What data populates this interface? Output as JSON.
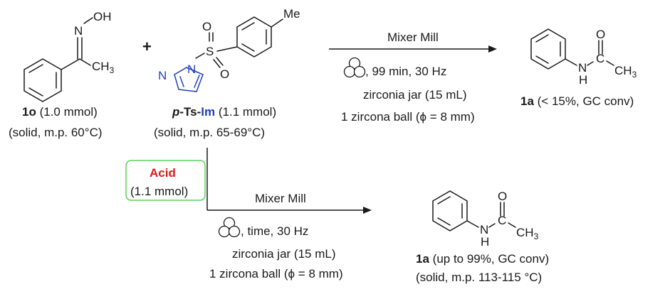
{
  "reactant1": {
    "label": "1o",
    "amount": "(1.0 mmol)",
    "state": "(solid, m.p. 60°C)",
    "atoms": {
      "oh": "OH",
      "n": "N",
      "ch3": "CH",
      "ch3_sub": "3"
    }
  },
  "plus": "+",
  "reagent": {
    "label_prefix": "p",
    "label_mid": "-Ts-",
    "label_im": "Im",
    "amount": "(1.1 mmol)",
    "state": "(solid, m.p. 65-69°C)",
    "atoms": {
      "s": "S",
      "o1": "O",
      "o2": "O",
      "n1": "N",
      "n2": "N",
      "me": "Me"
    }
  },
  "top_arrow": {
    "title": "Mixer Mill",
    "line1": ", 99 min, 30 Hz",
    "line2": "zirconia jar (15 mL)",
    "line3": "1 zircona ball (ϕ = 8 mm)"
  },
  "top_product": {
    "label": "1a",
    "result": "(< 15%, GC conv)",
    "atoms": {
      "o": "O",
      "c": "C",
      "n": "N",
      "h": "H",
      "ch3": "CH",
      "ch3_sub": "3"
    }
  },
  "acid": {
    "label": "Acid",
    "amount": "(1.1 mmol)"
  },
  "bottom_arrow": {
    "title": "Mixer Mill",
    "line1": ", time, 30 Hz",
    "line2": "zirconia jar (15 mL)",
    "line3": "1 zircona ball (ϕ = 8 mm)"
  },
  "bottom_product": {
    "label": "1a",
    "result": "(up to 99%, GC conv)",
    "state": "(solid, m.p. 113-115  °C)",
    "atoms": {
      "o": "O",
      "c": "C",
      "n": "N",
      "h": "H",
      "ch3": "CH",
      "ch3_sub": "3"
    }
  },
  "colors": {
    "accent_blue": "#1f3fbf",
    "acid_red": "#e01818",
    "box_green": "#5ad35a",
    "text": "#1a1a1a"
  }
}
